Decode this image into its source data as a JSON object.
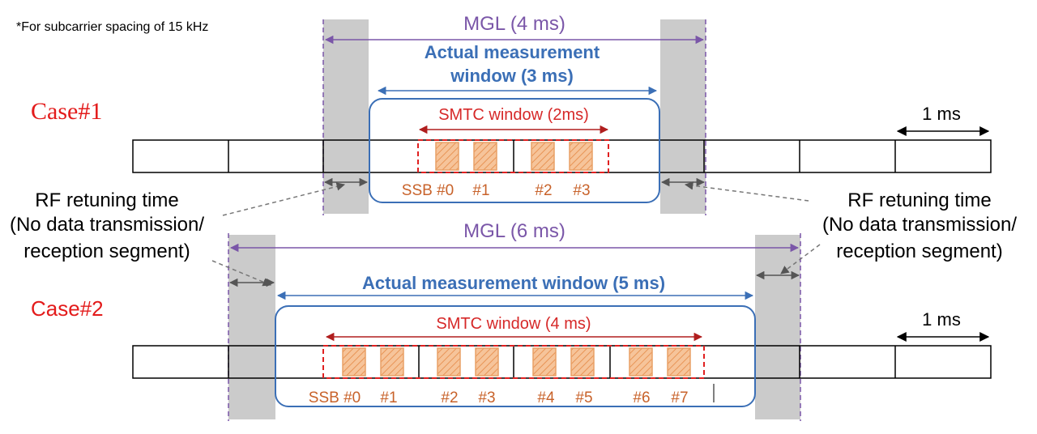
{
  "note": "*For subcarrier spacing of 15 kHz",
  "colors": {
    "mgl": "#7a56a8",
    "window": "#3b6fb6",
    "smtc": "#d62828",
    "ssb": "#c8622a",
    "ssb_fill": "#f6c49a",
    "gap": "#cbcbcb",
    "case": "#e31b1b",
    "line": "#000000",
    "grey_arrow": "#555555"
  },
  "rf_left": {
    "line1": "RF retuning time",
    "line2": "(No data transmission/",
    "line3": "reception segment)"
  },
  "rf_right": {
    "line1": "RF retuning time",
    "line2": "(No data transmission/",
    "line3": "reception segment)"
  },
  "case1": {
    "label": "Case#1",
    "mgl": "MGL (4 ms)",
    "window_line1": "Actual measurement",
    "window_line2": "window (3 ms)",
    "smtc": "SMTC window (2ms)",
    "ssb_label": "SSB #0",
    "ssb": [
      "#1",
      "#2",
      "#3"
    ],
    "ms": "1 ms"
  },
  "case2": {
    "label": "Case#2",
    "mgl": "MGL (6 ms)",
    "window": "Actual measurement window (5 ms)",
    "smtc": "SMTC window (4 ms)",
    "ssb_label": "SSB #0",
    "ssb": [
      "#1",
      "#2",
      "#3",
      "#4",
      "#5",
      "#6",
      "#7"
    ],
    "ms": "1 ms"
  }
}
